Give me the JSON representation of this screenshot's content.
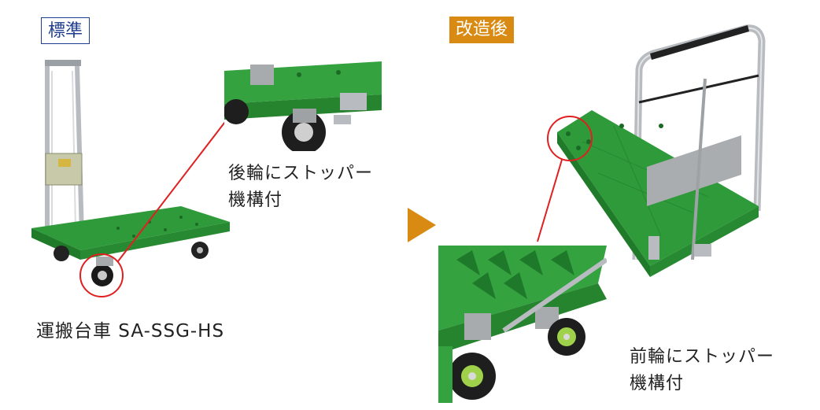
{
  "labels": {
    "standard": "標準",
    "modified": "改造後"
  },
  "captions": {
    "rear": [
      "後輪にストッパー",
      "機構付"
    ],
    "front": [
      "前輪にストッパー",
      "機構付"
    ],
    "model": "運搬台車 SA-SSG-HS"
  },
  "colors": {
    "accent": "#d88a12",
    "standard_border": "#1e3d8f",
    "deck_green": "#2f9a3a",
    "callout_red": "#e02020",
    "steel": "#b8bcc0"
  }
}
